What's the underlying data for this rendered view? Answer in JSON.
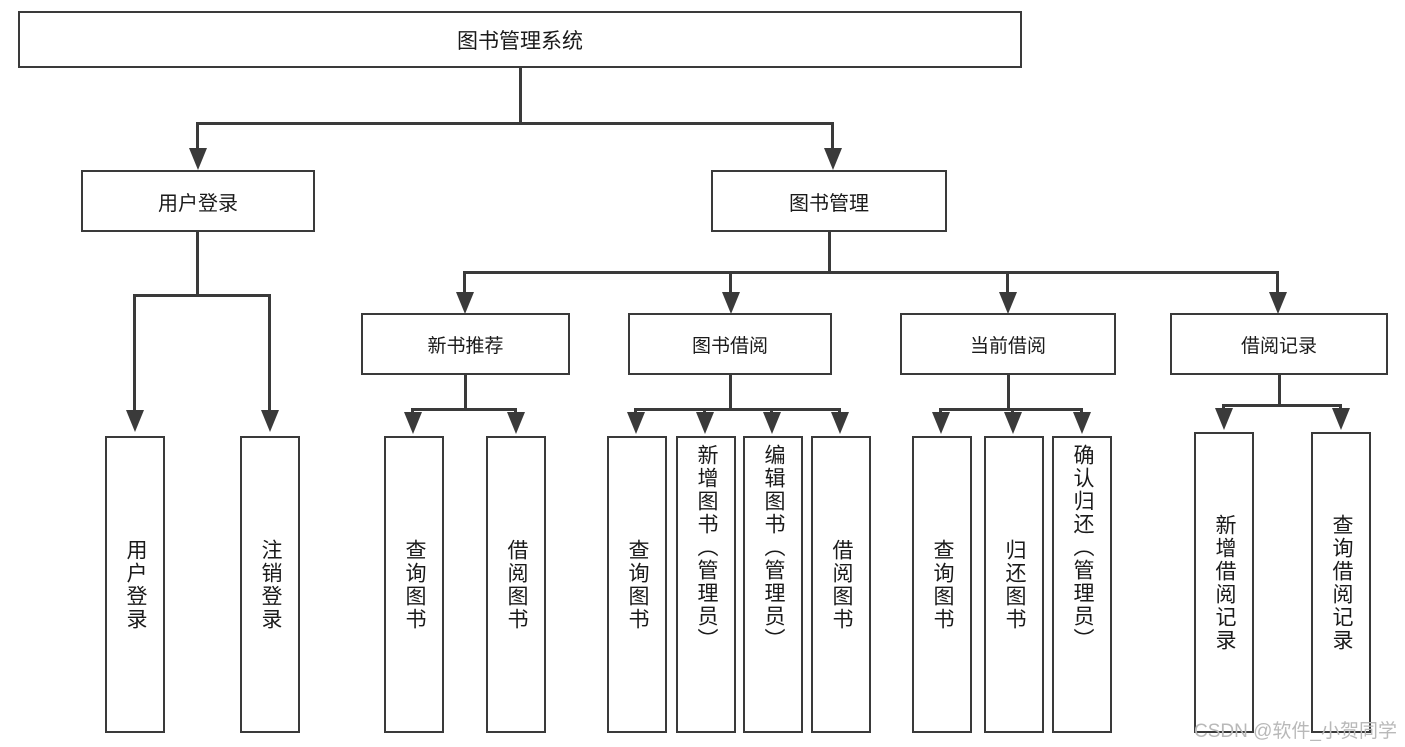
{
  "diagram": {
    "title": "图书管理系统",
    "type": "hierarchy-tree",
    "watermark": "CSDN @软件_小贺同学",
    "root": {
      "label": "图书管理系统"
    },
    "level2": [
      {
        "label": "用户登录"
      },
      {
        "label": "图书管理"
      }
    ],
    "level3": [
      {
        "label": "新书推荐"
      },
      {
        "label": "图书借阅"
      },
      {
        "label": "当前借阅"
      },
      {
        "label": "借阅记录"
      }
    ],
    "leaves": {
      "user_login": [
        {
          "label": "用户登录"
        },
        {
          "label": "注销登录"
        }
      ],
      "new_book_recommend": [
        {
          "label": "查询图书"
        },
        {
          "label": "借阅图书"
        }
      ],
      "book_borrow": [
        {
          "label": "查询图书"
        },
        {
          "label": "新增图书（管理员）"
        },
        {
          "label": "编辑图书（管理员）"
        },
        {
          "label": "借阅图书"
        }
      ],
      "current_borrow": [
        {
          "label": "查询图书"
        },
        {
          "label": "归还图书"
        },
        {
          "label": "确认归还（管理员）"
        }
      ],
      "borrow_record": [
        {
          "label": "新增借阅记录"
        },
        {
          "label": "查询借阅记录"
        }
      ]
    },
    "colors": {
      "stroke": "#3a3a3a",
      "fill": "#ffffff",
      "text": "#1a1a1a",
      "watermark": "#b9b9b9"
    }
  }
}
